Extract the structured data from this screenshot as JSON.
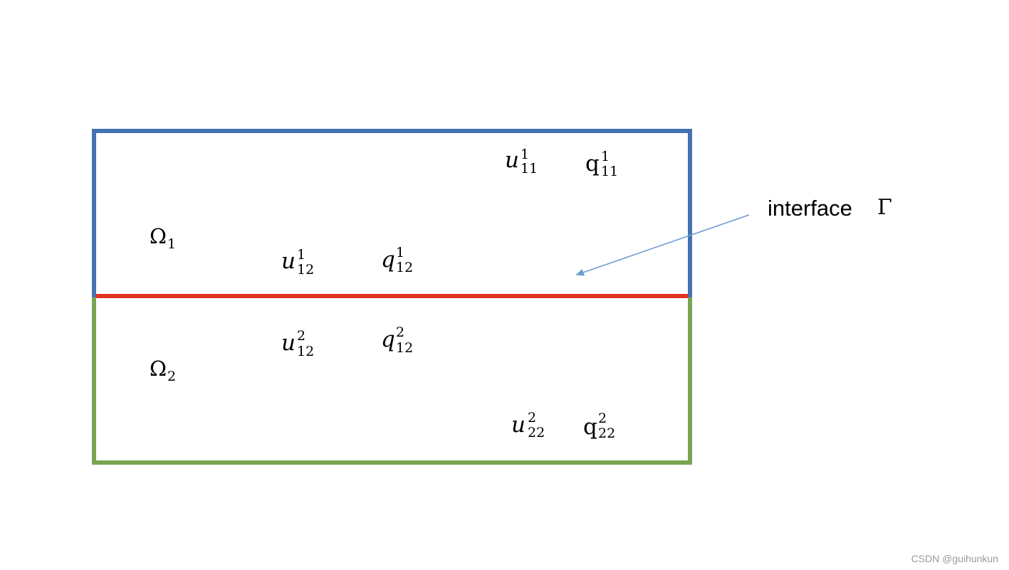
{
  "regions": {
    "omega1": {
      "base": "Ω",
      "sub": "1"
    },
    "omega2": {
      "base": "Ω",
      "sub": "2"
    }
  },
  "variables": {
    "u11_1": {
      "base": "u",
      "sup": "1",
      "sub": "11"
    },
    "q11_1": {
      "base": "q",
      "sup": "1",
      "sub": "11"
    },
    "u12_1": {
      "base": "u",
      "sup": "1",
      "sub": "12"
    },
    "q12_1": {
      "base": "q",
      "sup": "1",
      "sub": "12"
    },
    "u12_2": {
      "base": "u",
      "sup": "2",
      "sub": "12"
    },
    "q12_2": {
      "base": "q",
      "sup": "2",
      "sub": "12"
    },
    "u22_2": {
      "base": "u",
      "sup": "2",
      "sub": "22"
    },
    "q22_2": {
      "base": "q",
      "sup": "2",
      "sub": "22"
    }
  },
  "interface": {
    "label": "interface",
    "symbol": "Γ"
  },
  "watermark": "CSDN @guihunkun",
  "colors": {
    "upper_boundary": "#4472b0",
    "interface_line": "#e2331f",
    "lower_boundary": "#78a552",
    "arrow": "#6d9fd4"
  }
}
